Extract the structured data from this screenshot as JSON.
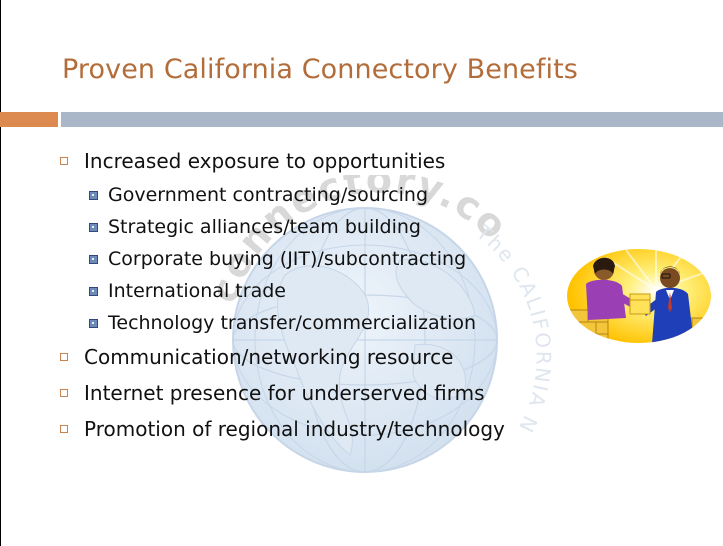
{
  "slide": {
    "title": "Proven California Connectory Benefits",
    "watermark": {
      "brand": "connectory.com",
      "tagline": "The CALIFORNIA Network"
    },
    "bullets": [
      {
        "text": "Increased exposure to opportunities",
        "children": [
          "Government contracting/sourcing",
          "Strategic alliances/team building",
          "Corporate buying (JIT)/subcontracting",
          "International trade",
          "Technology transfer/commercialization"
        ]
      },
      {
        "text": "Communication/networking resource",
        "children": []
      },
      {
        "text": "Internet presence for underserved firms",
        "children": []
      },
      {
        "text": "Promotion of regional industry/technology",
        "children": []
      }
    ],
    "colors": {
      "title": "#b26d3a",
      "accent_bar": "#dd8a50",
      "divider_bar": "#a9b7c9",
      "level1_marker": "#c9834f",
      "level2_marker": "#6e8cb8"
    },
    "icons": {
      "clipart": "business-handshake-icon",
      "level1_marker": "hollow-square-bullet-icon",
      "level2_marker": "filled-square-bullet-icon"
    }
  }
}
